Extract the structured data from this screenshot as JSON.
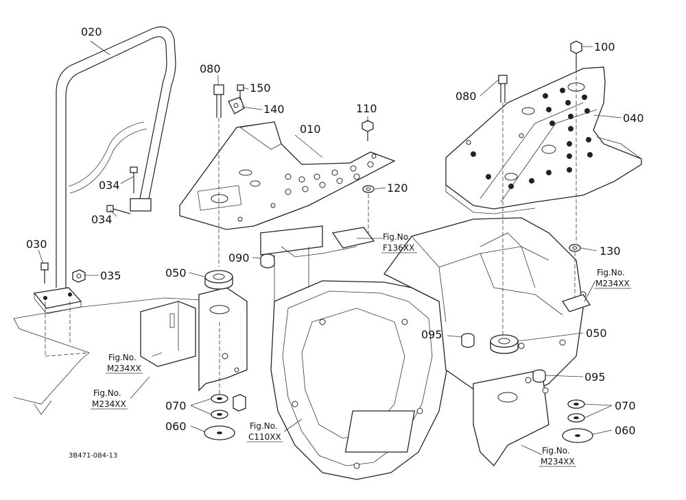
{
  "diagram": {
    "drawing_code": "3B471-084-13",
    "parts": {
      "p010": "010",
      "p020": "020",
      "p030": "030",
      "p034a": "034",
      "p034b": "034",
      "p035": "035",
      "p040": "040",
      "p050a": "050",
      "p050b": "050",
      "p060a": "060",
      "p060b": "060",
      "p070a": "070",
      "p070b": "070",
      "p080a": "080",
      "p080b": "080",
      "p090": "090",
      "p095a": "095",
      "p095b": "095",
      "p100": "100",
      "p110": "110",
      "p120": "120",
      "p130": "130",
      "p140": "140",
      "p150": "150"
    },
    "figrefs": {
      "f136": {
        "line1": "Fig.No.",
        "line2": "F136XX"
      },
      "m234_right_upper": {
        "line1": "Fig.No.",
        "line2": "M234XX"
      },
      "m234_left_mid": {
        "line1": "Fig.No.",
        "line2": "M234XX"
      },
      "m234_left_low": {
        "line1": "Fig.No.",
        "line2": "M234XX"
      },
      "c110": {
        "line1": "Fig.No.",
        "line2": "C110XX"
      },
      "m234_bottom": {
        "line1": "Fig.No.",
        "line2": "M234XX"
      }
    }
  }
}
